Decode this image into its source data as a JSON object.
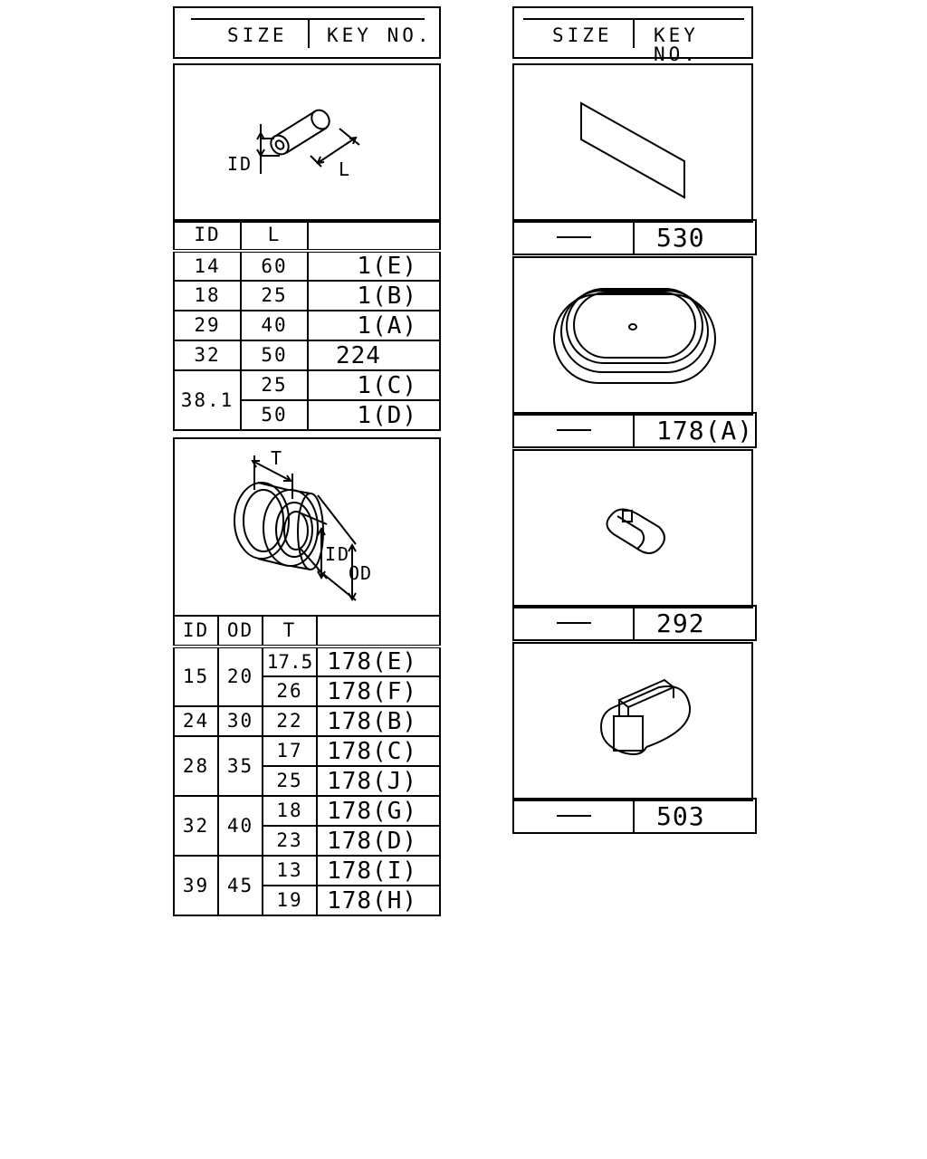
{
  "left_header": {
    "size_label": "SIZE",
    "key_label": "KEY NO."
  },
  "right_header": {
    "size_label": "SIZE",
    "key_label": "KEY NO."
  },
  "hose_section": {
    "labels": {
      "id": "ID",
      "l": "L"
    },
    "columns": [
      "ID",
      "L",
      ""
    ],
    "rows": [
      {
        "id": "14",
        "l": "60",
        "key": "1(E)"
      },
      {
        "id": "18",
        "l": "25",
        "key": "1(B)"
      },
      {
        "id": "29",
        "l": "40",
        "key": "1(A)"
      },
      {
        "id": "32",
        "l": "50",
        "key": "224"
      },
      {
        "id": "38.1",
        "l": "25",
        "key": "1(C)"
      },
      {
        "l": "50",
        "key": "1(D)"
      }
    ]
  },
  "grommet_section": {
    "labels": {
      "t": "T",
      "id": "ID",
      "od": "OD"
    },
    "columns": [
      "ID",
      "OD",
      "T",
      ""
    ],
    "rows": [
      {
        "id": "15",
        "od": "20",
        "t": "17.5",
        "key": "178(E)"
      },
      {
        "t": "26",
        "key": "178(F)"
      },
      {
        "id": "24",
        "od": "30",
        "t": "22",
        "key": "178(B)"
      },
      {
        "id": "28",
        "od": "35",
        "t": "17",
        "key": "178(C)"
      },
      {
        "t": "25",
        "key": "178(J)"
      },
      {
        "id": "32",
        "od": "40",
        "t": "18",
        "key": "178(G)"
      },
      {
        "t": "23",
        "key": "178(D)"
      },
      {
        "id": "39",
        "od": "45",
        "t": "13",
        "key": "178(I)"
      },
      {
        "t": "19",
        "key": "178(H)"
      }
    ]
  },
  "right_items": [
    {
      "name": "sheet",
      "key": "530"
    },
    {
      "name": "oval-grommet",
      "key": "178(A)"
    },
    {
      "name": "clip-small",
      "key": "292"
    },
    {
      "name": "clip-large",
      "key": "503"
    }
  ]
}
